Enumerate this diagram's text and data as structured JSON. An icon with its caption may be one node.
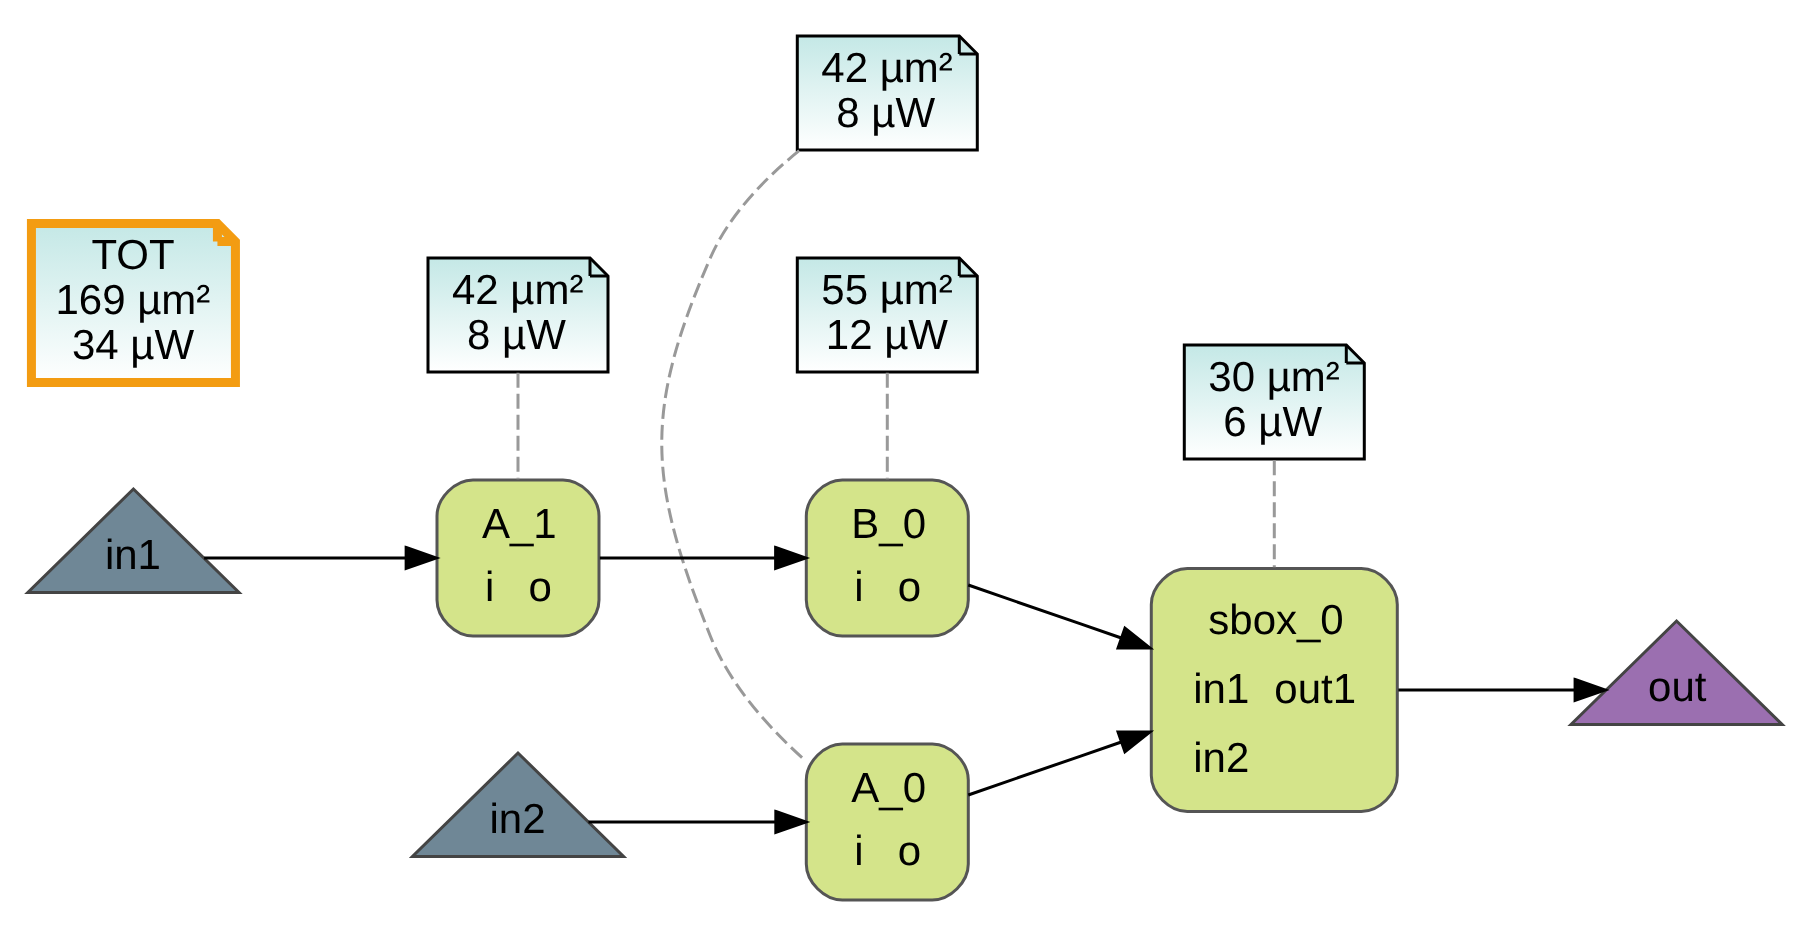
{
  "diagram": {
    "nodes": [
      {
        "text": [
          "42 µm²",
          "8 µW"
        ]
      },
      {
        "text": [
          "in2"
        ]
      },
      {
        "text": [
          "A_0",
          "i",
          "o"
        ]
      },
      {
        "text": [
          "30 µm²",
          "6 µW"
        ]
      },
      {
        "text": [
          "TOT",
          "169 µm²",
          "34 µW"
        ]
      },
      {
        "text": [
          "42 µm²",
          "8 µW"
        ]
      },
      {
        "text": [
          "55 µm²",
          "12 µW"
        ]
      },
      {
        "text": [
          "sbox_0",
          "in1",
          "out1",
          "in2"
        ]
      },
      {
        "text": [
          "out"
        ]
      },
      {
        "text": [
          "in1"
        ]
      },
      {
        "text": [
          "A_1",
          "i",
          "o"
        ]
      },
      {
        "text": [
          "B_0",
          "i",
          "o"
        ]
      }
    ],
    "edges": [
      {
        "from": 1,
        "to": 2,
        "arrow": "to"
      },
      {
        "from": 2,
        "to": 7,
        "arrow": "to"
      },
      {
        "from": 9,
        "to": 10,
        "arrow": "to"
      },
      {
        "from": 10,
        "to": 11,
        "arrow": "to"
      },
      {
        "from": 11,
        "to": 7,
        "arrow": "to"
      },
      {
        "from": 7,
        "to": 8,
        "arrow": "to"
      },
      {
        "from": 0,
        "to": 2,
        "arrow": "none",
        "style": "dashed",
        "color": "#999999"
      },
      {
        "from": 3,
        "to": 7,
        "arrow": "none",
        "style": "dashed",
        "color": "#999999"
      },
      {
        "from": 5,
        "to": 10,
        "arrow": "none",
        "style": "dashed",
        "color": "#999999"
      },
      {
        "from": 6,
        "to": 11,
        "arrow": "none",
        "style": "dashed",
        "color": "#999999"
      }
    ]
  }
}
